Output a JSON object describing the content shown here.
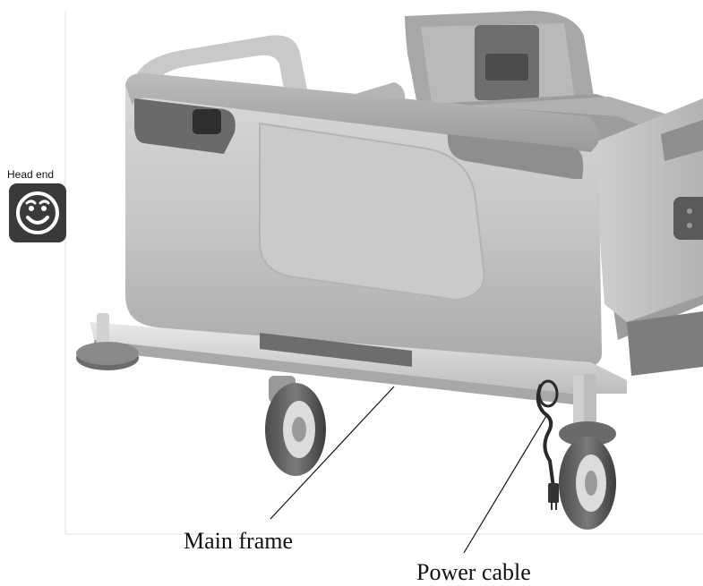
{
  "head_end": {
    "label": "Head end",
    "icon": "smiley-face-icon",
    "badge_color": "#3a3a3a"
  },
  "callouts": {
    "main_frame": "Main frame",
    "power_cable": "Power cable"
  },
  "illustration": {
    "subject": "hospital-bed-foot-end",
    "tone": "grayscale"
  }
}
